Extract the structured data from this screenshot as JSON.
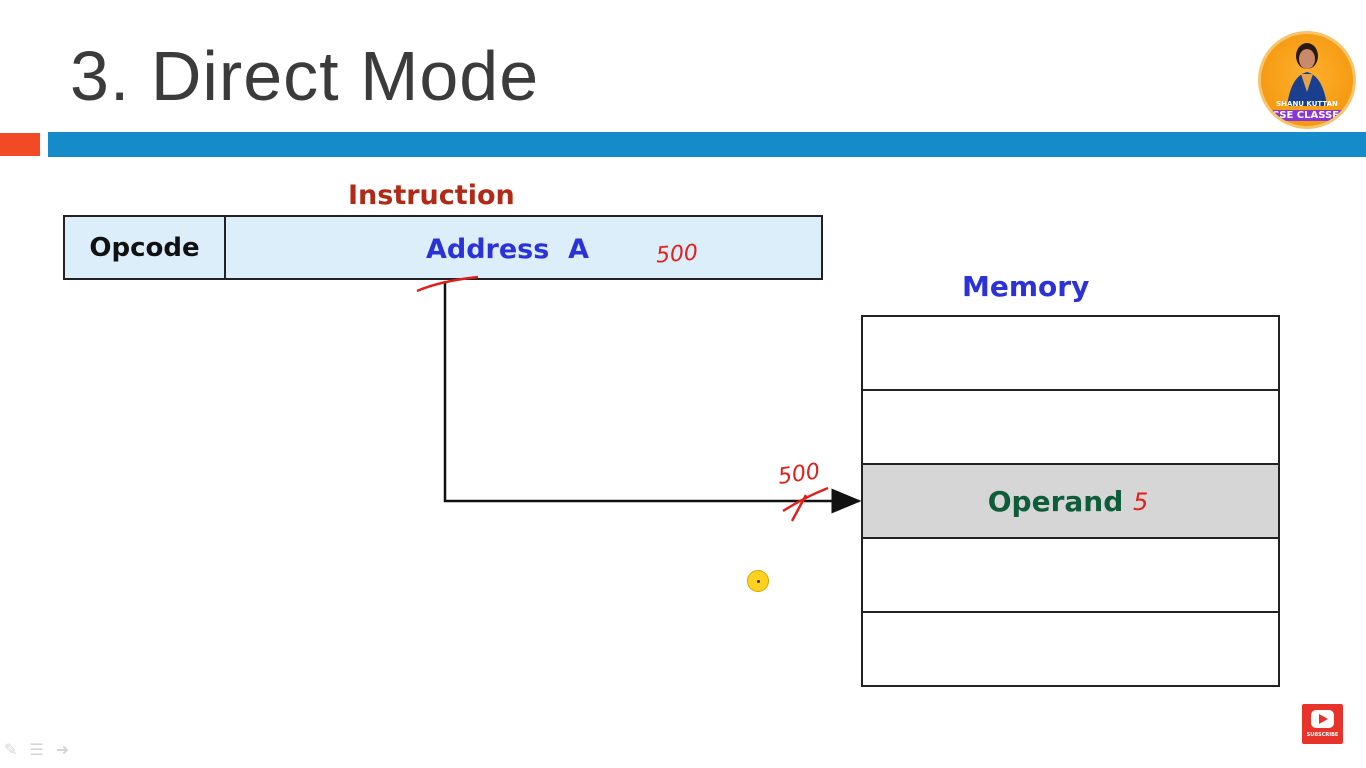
{
  "slide": {
    "title": "3. Direct Mode"
  },
  "diagram": {
    "instruction_label": "Instruction",
    "opcode_label": "Opcode",
    "address_label": "Address  A",
    "memory_label": "Memory",
    "operand_label": "Operand",
    "memory_cell_count": 5,
    "operand_cell_index": 2
  },
  "annotations": {
    "address_note": "500",
    "arrow_note": "500",
    "operand_note": "5"
  },
  "branding": {
    "channel_name": "SHANU KUTTAN",
    "channel_tag": "CSE CLASSES",
    "subscribe_label": "SUBSCRIBE"
  },
  "colors": {
    "title": "#3b3b3b",
    "accent_red": "#f24a24",
    "accent_blue": "#168bc9",
    "instruction_label": "#b12a18",
    "address_text": "#2a32d8",
    "operand_text": "#0f5c3a",
    "instr_fill": "#dbeefa",
    "operand_fill": "#d6d6d6",
    "annotation": "#e0201c"
  },
  "icons": {
    "toolbar": [
      "pen-icon",
      "menu-icon",
      "pointer-icon"
    ],
    "cursor": "pointer-cursor-icon",
    "subscribe": "youtube-play-icon"
  }
}
